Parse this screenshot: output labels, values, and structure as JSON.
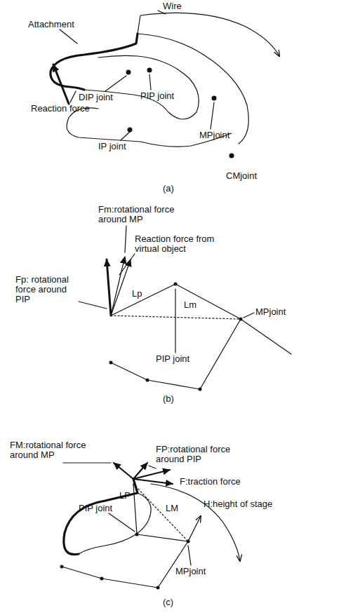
{
  "diagram": {
    "labels": [
      "Wire",
      "Attachment",
      "PIP joint",
      "DIP joint",
      "Reaction force",
      "IP joint",
      "MPjoint",
      "CMjoint",
      "(a)",
      "Fm:rotational force around MP",
      "Reaction force from virtual object",
      "Fp: rotational force around PIP",
      "Lp",
      "Lm",
      "MPjoint",
      "PIP joint",
      "(b)",
      "FM:rotational force around MP",
      "FP:rotational force around PIP",
      "F:traction force",
      "H:height of stage",
      "LP",
      "LM",
      "PIP joint",
      "MPjoint",
      "(c)"
    ]
  }
}
